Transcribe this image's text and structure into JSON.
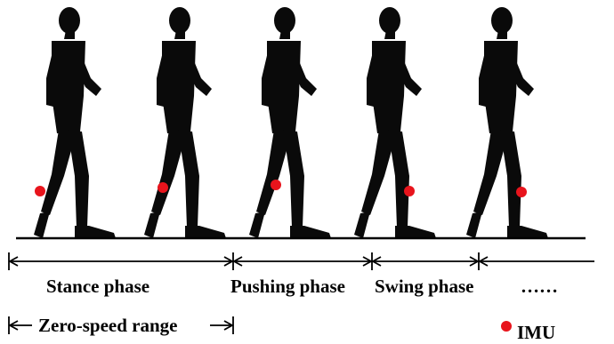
{
  "phases": {
    "stance": "Stance phase",
    "pushing": "Pushing phase",
    "swing": "Swing phase",
    "continuation": "……"
  },
  "zero_speed_label": "Zero-speed range",
  "legend": {
    "imu_label": "IMU",
    "imu_color": "#e8141c"
  },
  "colors": {
    "figure": "#0a0a0a",
    "ground": "#000000"
  }
}
